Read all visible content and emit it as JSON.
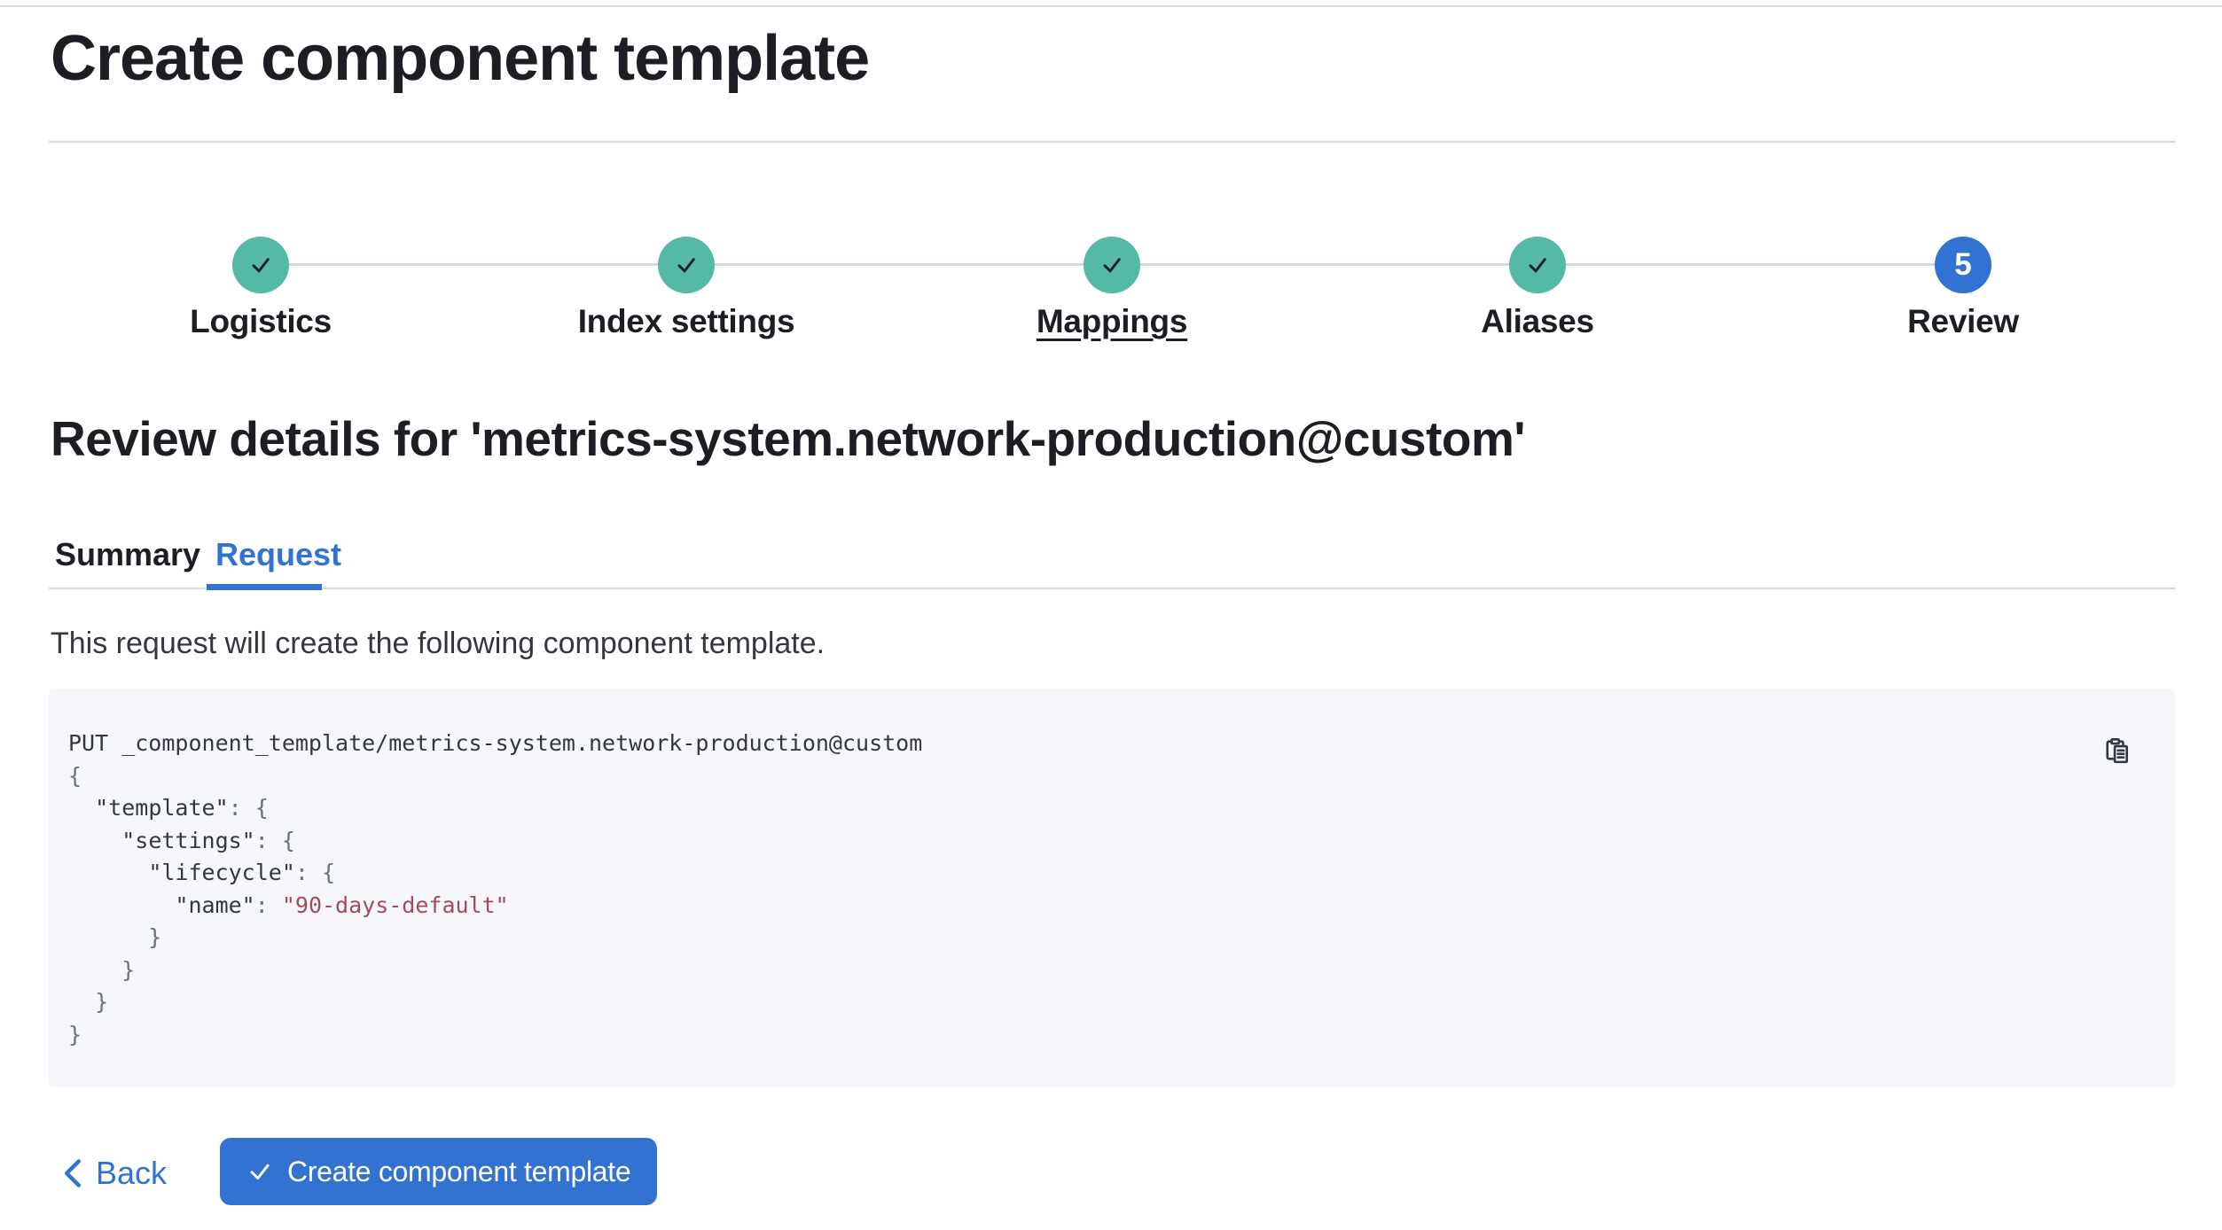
{
  "page": {
    "title": "Create component template"
  },
  "stepper": {
    "steps": [
      {
        "label": "Logistics",
        "status": "complete",
        "underlined": false
      },
      {
        "label": "Index settings",
        "status": "complete",
        "underlined": false
      },
      {
        "label": "Mappings",
        "status": "complete",
        "underlined": true
      },
      {
        "label": "Aliases",
        "status": "complete",
        "underlined": false
      },
      {
        "label": "Review",
        "status": "current",
        "number": "5",
        "underlined": false
      }
    ]
  },
  "review": {
    "heading": "Review details for 'metrics-system.network-production@custom'",
    "tabs": [
      {
        "label": "Summary",
        "active": false
      },
      {
        "label": "Request",
        "active": true
      }
    ],
    "description": "This request will create the following component template."
  },
  "code_block": {
    "copy_icon": "copy-clipboard-icon",
    "lines": [
      [
        {
          "text": "PUT _component_template/metrics-system.network-production@custom",
          "type": "plain"
        }
      ],
      [
        {
          "text": "{",
          "type": "punct"
        }
      ],
      [
        {
          "text": "  ",
          "type": "plain"
        },
        {
          "text": "\"template\"",
          "type": "plain"
        },
        {
          "text": ": {",
          "type": "punct"
        }
      ],
      [
        {
          "text": "    ",
          "type": "plain"
        },
        {
          "text": "\"settings\"",
          "type": "plain"
        },
        {
          "text": ": {",
          "type": "punct"
        }
      ],
      [
        {
          "text": "      ",
          "type": "plain"
        },
        {
          "text": "\"lifecycle\"",
          "type": "plain"
        },
        {
          "text": ": {",
          "type": "punct"
        }
      ],
      [
        {
          "text": "        ",
          "type": "plain"
        },
        {
          "text": "\"name\"",
          "type": "plain"
        },
        {
          "text": ": ",
          "type": "punct"
        },
        {
          "text": "\"90-days-default\"",
          "type": "string"
        }
      ],
      [
        {
          "text": "      }",
          "type": "punct"
        }
      ],
      [
        {
          "text": "    }",
          "type": "punct"
        }
      ],
      [
        {
          "text": "  }",
          "type": "punct"
        }
      ],
      [
        {
          "text": "}",
          "type": "punct"
        }
      ]
    ]
  },
  "footer": {
    "back_label": "Back",
    "create_label": "Create component template"
  },
  "colors": {
    "primary": "#3272D1",
    "success_teal": "#54BAA5",
    "border": "#D3DAE6",
    "code_background": "#F6F7FB",
    "code_text": "#343741",
    "code_punctuation": "#6A717E",
    "code_string": "#A34A5F",
    "heading_text": "#1C1E24"
  }
}
